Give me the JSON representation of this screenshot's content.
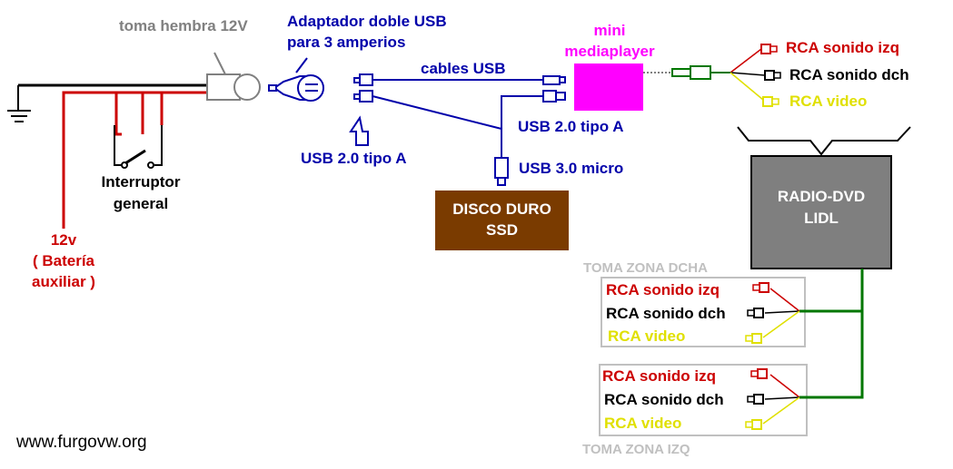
{
  "labels": {
    "female_socket": "toma hembra 12V",
    "usb_adapter_line1": "Adaptador doble USB",
    "usb_adapter_line2": "para 3 amperios",
    "cables_usb": "cables  USB",
    "mini_line1": "mini",
    "mini_line2": "mediaplayer",
    "usb_a_left": "USB 2.0 tipo A",
    "usb_a_right": "USB 2.0 tipo A",
    "usb_3_micro": "USB 3.0 micro",
    "ssd_line1": "DISCO DURO",
    "ssd_line2": "SSD",
    "switch_line1": "Interruptor",
    "switch_line2": "general",
    "battery_line1": "12v",
    "battery_line2": "( Batería",
    "battery_line3": "auxiliar )",
    "radio_line1": "RADIO-DVD",
    "radio_line2": "LIDL",
    "zone_right": "TOMA ZONA DCHA",
    "zone_left": "TOMA ZONA IZQ",
    "rca_left": "RCA sonido izq",
    "rca_right": "RCA sonido dch",
    "rca_video": "RCA video",
    "website": "www.furgovw.org"
  },
  "colors": {
    "red": "#cc0000",
    "blue": "#0000aa",
    "black": "#000000",
    "gray": "#808080",
    "magenta": "#ff00ff",
    "yellow": "#e0e000",
    "green": "#007700",
    "brown": "#7a3b00",
    "radio_gray": "#7f7f7f",
    "box_border": "#c0c0c0"
  }
}
